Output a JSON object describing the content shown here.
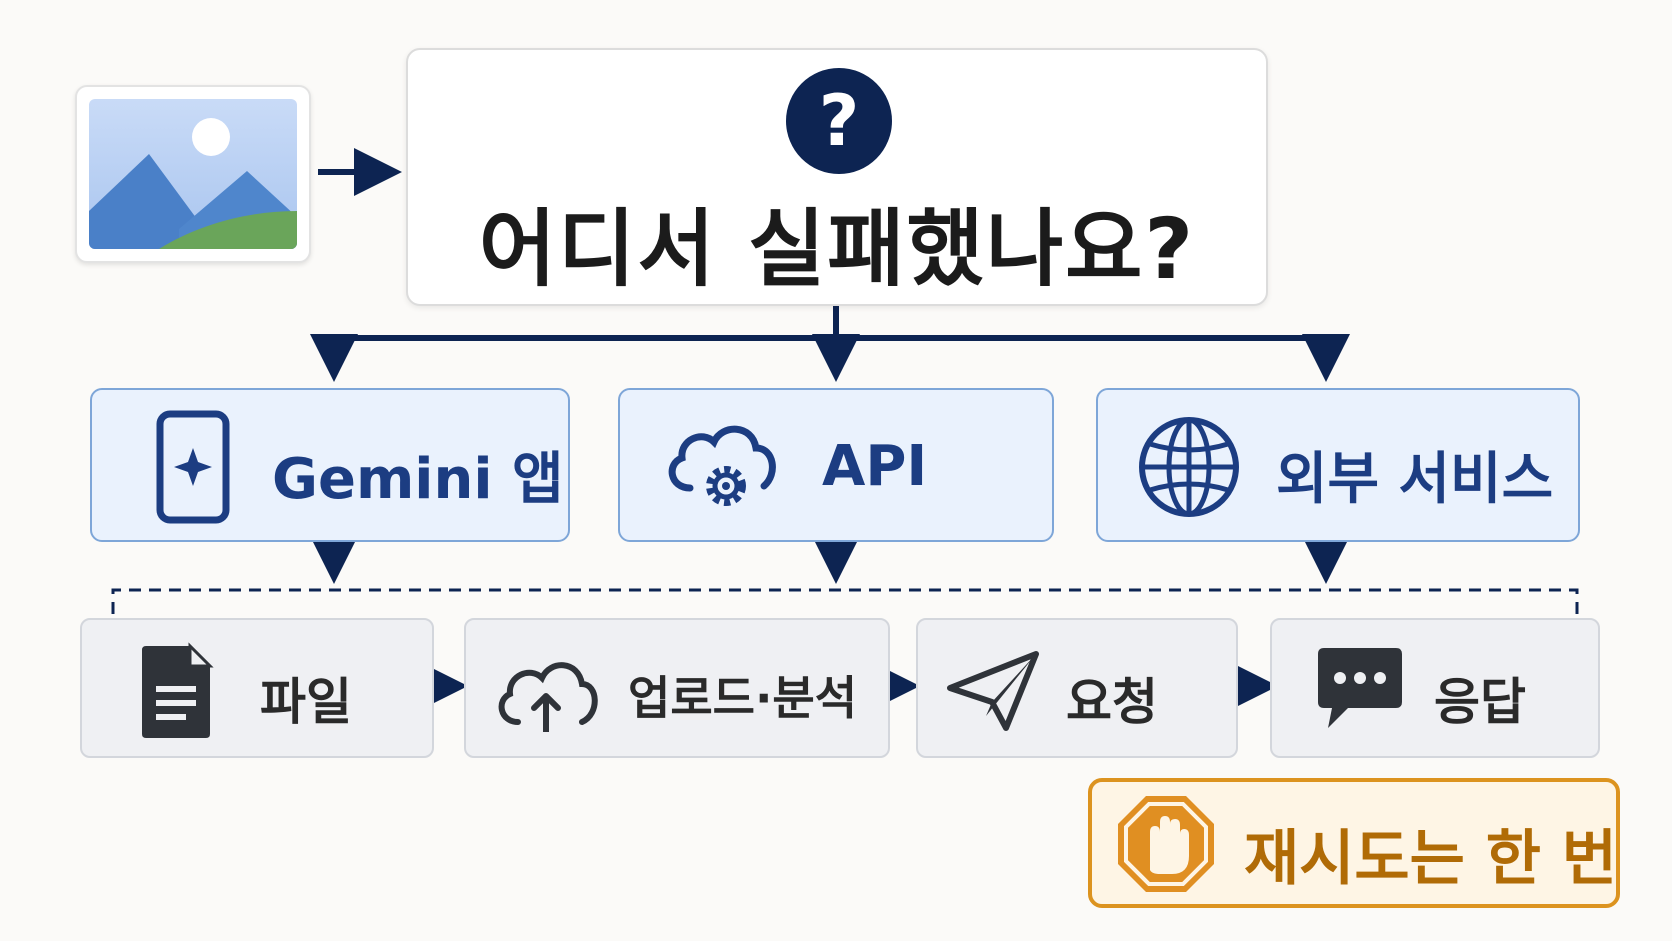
{
  "question": {
    "icon": "question-mark-icon",
    "icon_text": "?",
    "title": "어디서 실패했나요?"
  },
  "thumbnail": {
    "icon": "image-thumbnail-icon"
  },
  "services": [
    {
      "label": "Gemini 앱",
      "icon": "phone-sparkle-icon"
    },
    {
      "label": "API",
      "icon": "cloud-gear-icon"
    },
    {
      "label": "외부 서비스",
      "icon": "globe-icon"
    }
  ],
  "steps": [
    {
      "label": "파일",
      "icon": "document-icon"
    },
    {
      "label": "업로드·분석",
      "icon": "cloud-upload-icon"
    },
    {
      "label": "요청",
      "icon": "paper-plane-icon"
    },
    {
      "label": "응답",
      "icon": "chat-bubble-icon"
    }
  ],
  "retry": {
    "label": "재시도는 한 번",
    "icon": "stop-hand-icon"
  },
  "colors": {
    "navy": "#0d2452",
    "service_fill": "#eaf2fd",
    "service_border": "#7ea6d8",
    "retry_border": "#dc931f",
    "retry_text": "#b06b06"
  }
}
